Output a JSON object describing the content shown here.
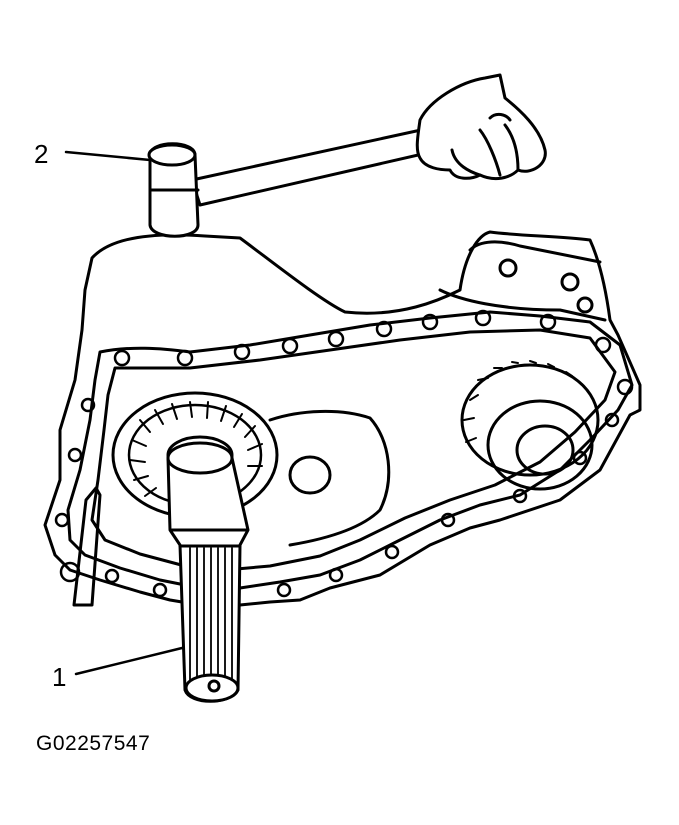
{
  "callouts": [
    {
      "number": "1",
      "part": "output shaft"
    },
    {
      "number": "2",
      "part": "mallet"
    }
  ],
  "figure_id": "G02257547",
  "colors": {
    "ink": "#000000",
    "paper": "#ffffff"
  }
}
